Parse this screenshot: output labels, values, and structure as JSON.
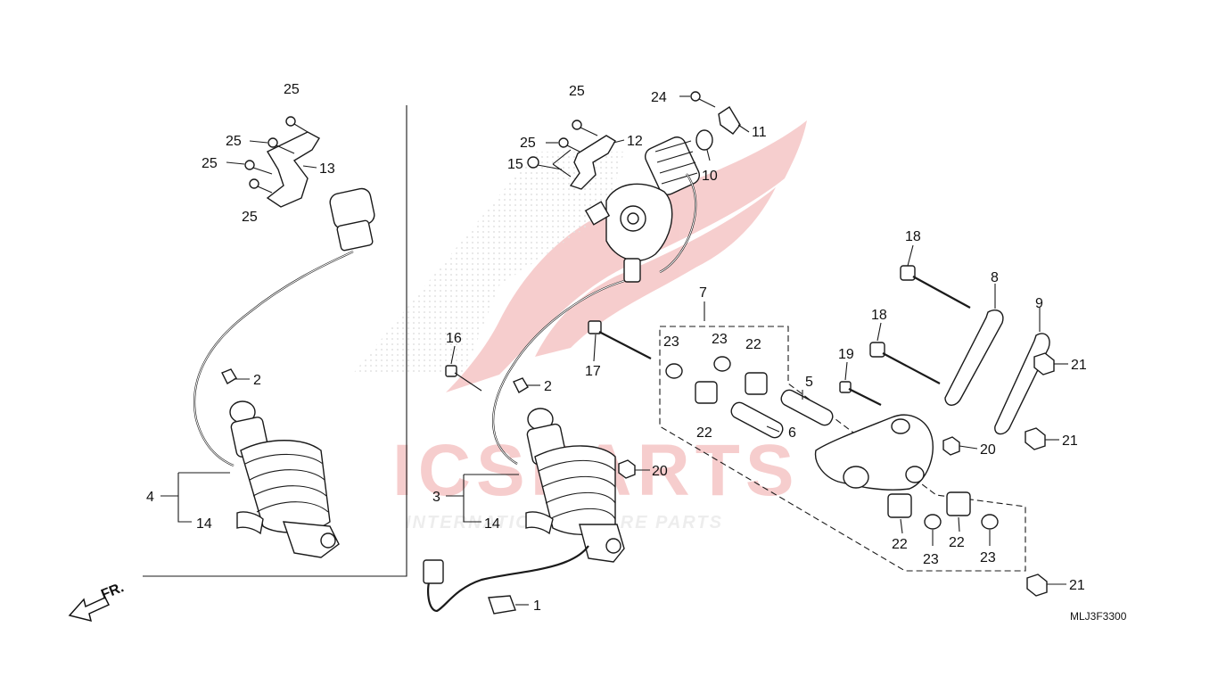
{
  "diagram_code": "MLJ3F3300",
  "front_marker": "FR.",
  "watermark": {
    "brand": "ICSPARTS",
    "tagline": "INTERNATIONAL SPARE PARTS",
    "color": "#e05050"
  },
  "callouts": {
    "c1": "1",
    "c2a": "2",
    "c2b": "2",
    "c3": "3",
    "c4": "4",
    "c5": "5",
    "c6": "6",
    "c7": "7",
    "c8": "8",
    "c9": "9",
    "c10": "10",
    "c11": "11",
    "c12": "12",
    "c13": "13",
    "c14a": "14",
    "c14b": "14",
    "c15": "15",
    "c16": "16",
    "c17": "17",
    "c18a": "18",
    "c18b": "18",
    "c19": "19",
    "c20a": "20",
    "c20b": "20",
    "c21a": "21",
    "c21b": "21",
    "c21c": "21",
    "c22a": "22",
    "c22b": "22",
    "c22c": "22",
    "c22d": "22",
    "c23a": "23",
    "c23b": "23",
    "c23c": "23",
    "c23d": "23",
    "c24": "24",
    "c25a": "25",
    "c25b": "25",
    "c25c": "25",
    "c25d": "25",
    "c25e": "25",
    "c25f": "25"
  }
}
